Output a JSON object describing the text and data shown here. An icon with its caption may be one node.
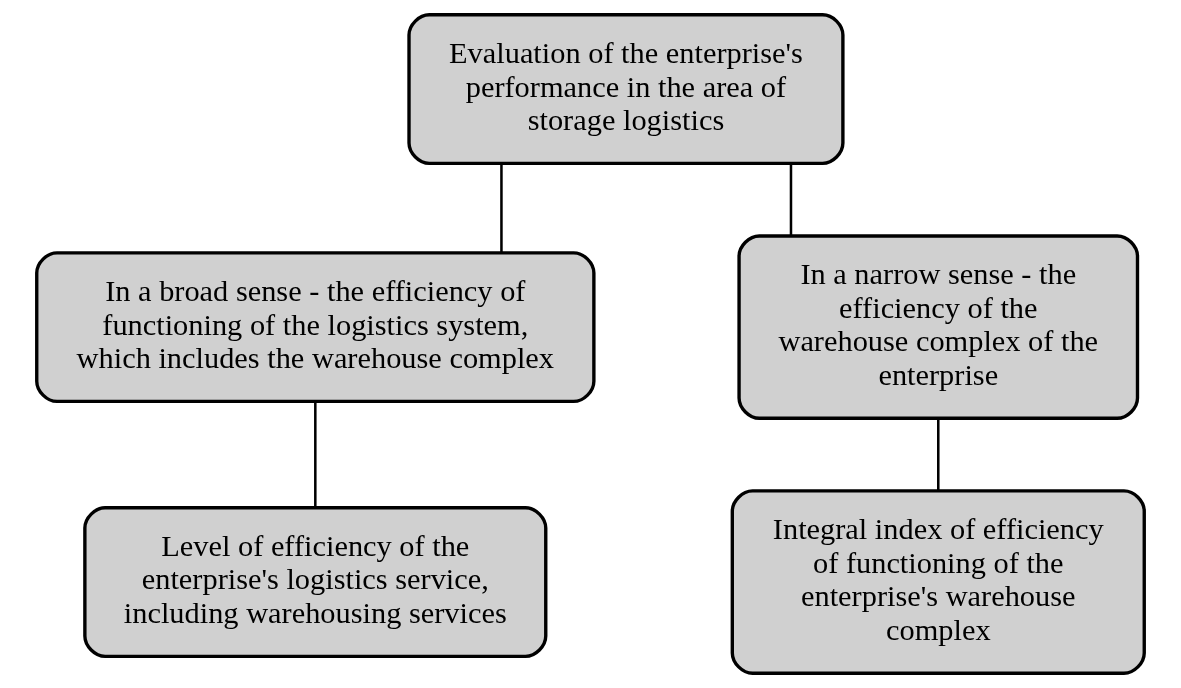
{
  "diagram": {
    "nodes": [
      {
        "text": [
          "Evaluation of the enterprise's performance in the area of storage logistics"
        ]
      },
      {
        "text": [
          "In a broad sense - the efficiency of functioning of the logistics system, which includes the warehouse complex"
        ]
      },
      {
        "text": [
          "In a narrow sense - the efficiency of the warehouse complex of the enterprise"
        ]
      },
      {
        "text": [
          "Level of efficiency of the enterprise's logistics service, including warehousing services"
        ]
      },
      {
        "text": [
          "Integral index of efficiency of functioning of the enterprise's warehouse complex"
        ]
      }
    ],
    "edges": [
      {
        "from": 0,
        "to": 1,
        "arrow": "none"
      },
      {
        "from": 0,
        "to": 2,
        "arrow": "none"
      },
      {
        "from": 1,
        "to": 3,
        "arrow": "none"
      },
      {
        "from": 2,
        "to": 4,
        "arrow": "none"
      }
    ]
  }
}
